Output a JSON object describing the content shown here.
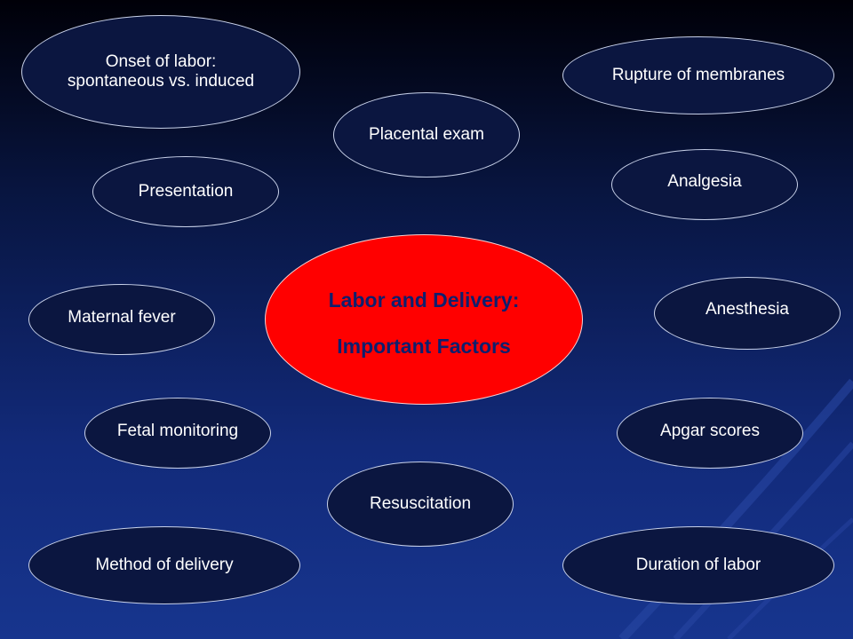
{
  "center": {
    "line1": "Labor and Delivery:",
    "line2": "Important Factors"
  },
  "factors": {
    "onset_line1": "Onset of labor:",
    "onset_line2": "spontaneous vs. induced",
    "rupture": "Rupture of membranes",
    "placental": "Placental exam",
    "presentation": "Presentation",
    "analgesia": "Analgesia",
    "maternal_fever": "Maternal fever",
    "anesthesia": "Anesthesia",
    "fetal_monitoring": "Fetal monitoring",
    "apgar": "Apgar scores",
    "resuscitation": "Resuscitation",
    "method": "Method of delivery",
    "duration": "Duration of labor"
  },
  "colors": {
    "background_top": "#000008",
    "background_bottom": "#17358e",
    "bubble_fill": "#0b1640",
    "center_fill": "#ff0000",
    "center_text": "#0d1f6e"
  }
}
